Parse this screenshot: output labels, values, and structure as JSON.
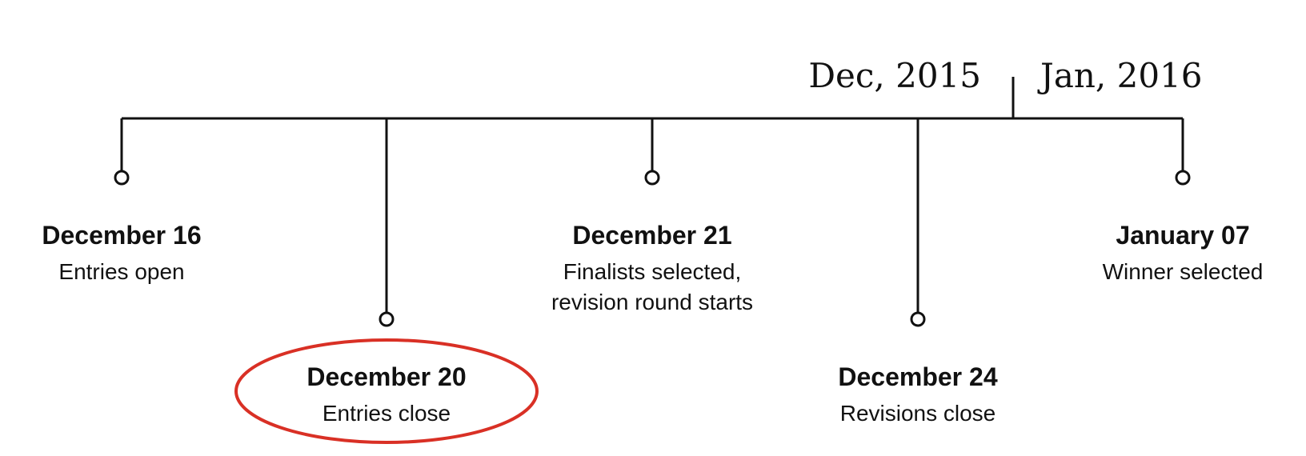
{
  "months": {
    "left": "Dec, 2015",
    "right": "Jan, 2016"
  },
  "events": [
    {
      "date": "December 16",
      "desc": [
        "Entries open"
      ],
      "highlighted": false
    },
    {
      "date": "December 20",
      "desc": [
        "Entries close"
      ],
      "highlighted": true
    },
    {
      "date": "December 21",
      "desc": [
        "Finalists selected,",
        "revision round starts"
      ],
      "highlighted": false
    },
    {
      "date": "December 24",
      "desc": [
        "Revisions close"
      ],
      "highlighted": false
    },
    {
      "date": "January 07",
      "desc": [
        "Winner selected"
      ],
      "highlighted": false
    }
  ],
  "colors": {
    "line": "#111111",
    "highlight": "#d93025"
  }
}
